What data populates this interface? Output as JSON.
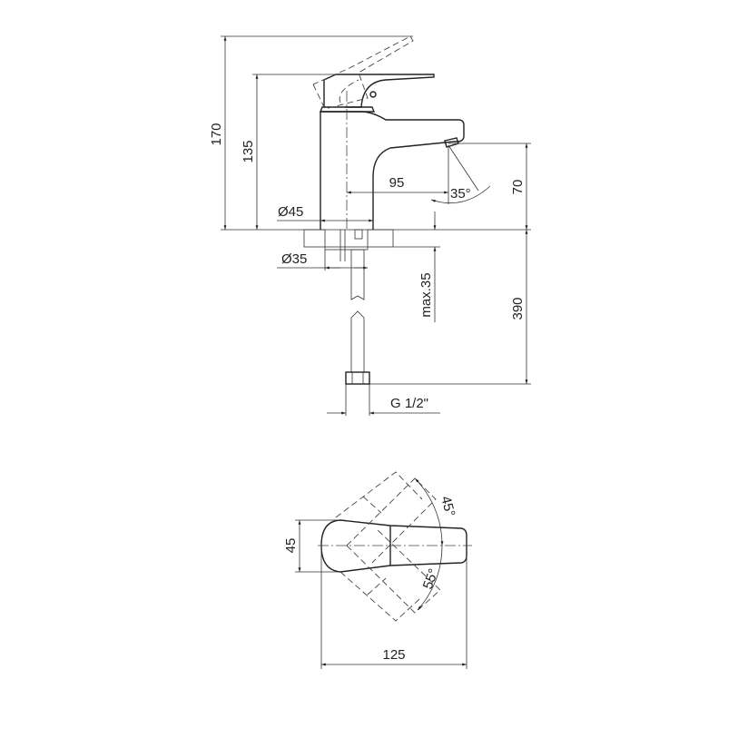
{
  "side_view": {
    "dimensions": {
      "total_height": "170",
      "lever_height": "135",
      "spout_reach": "95",
      "spout_angle": "35°",
      "spout_height": "70",
      "body_diameter": "Ø45",
      "hole_diameter": "Ø35",
      "max_counter_thickness": "max.35",
      "hose_length": "390",
      "connection_thread": "G 1/2\""
    }
  },
  "top_view": {
    "dimensions": {
      "lever_width": "45",
      "total_length": "125",
      "rotation_up": "45°",
      "rotation_down": "55°"
    }
  },
  "colors": {
    "line": "#222222",
    "background": "#ffffff"
  }
}
